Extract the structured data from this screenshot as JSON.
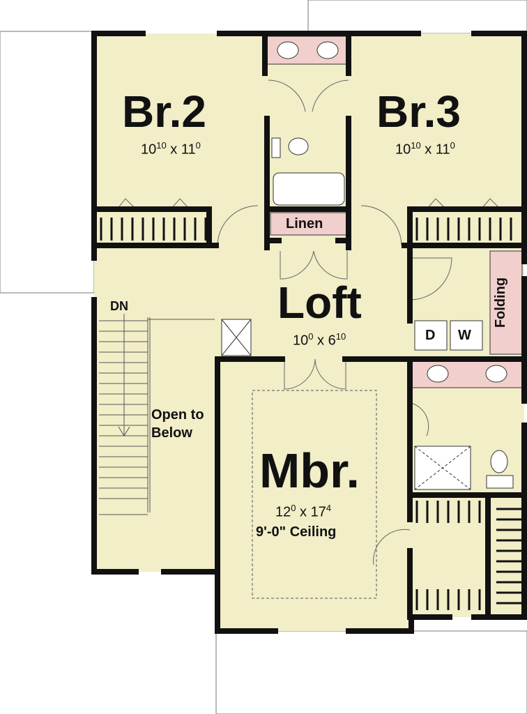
{
  "colors": {
    "floor": "#f1eec8",
    "wet": "#f0cfcc",
    "wall": "#111111"
  },
  "rooms": {
    "br2": {
      "name": "Br.2",
      "w": "10",
      "w_sup": "10",
      "h": "11",
      "h_sup": "0"
    },
    "br3": {
      "name": "Br.3",
      "w": "10",
      "w_sup": "10",
      "h": "11",
      "h_sup": "0"
    },
    "loft": {
      "name": "Loft",
      "w": "10",
      "w_sup": "0",
      "h": "6",
      "h_sup": "10"
    },
    "mbr": {
      "name": "Mbr.",
      "w": "12",
      "w_sup": "0",
      "h": "17",
      "h_sup": "4",
      "ceiling": "9'-0\" Ceiling"
    }
  },
  "labels": {
    "linen": "Linen",
    "folding": "Folding",
    "dryer": "D",
    "washer": "W",
    "stairs_down": "DN",
    "open_to_below": "Open to\nBelow",
    "x": "x"
  }
}
